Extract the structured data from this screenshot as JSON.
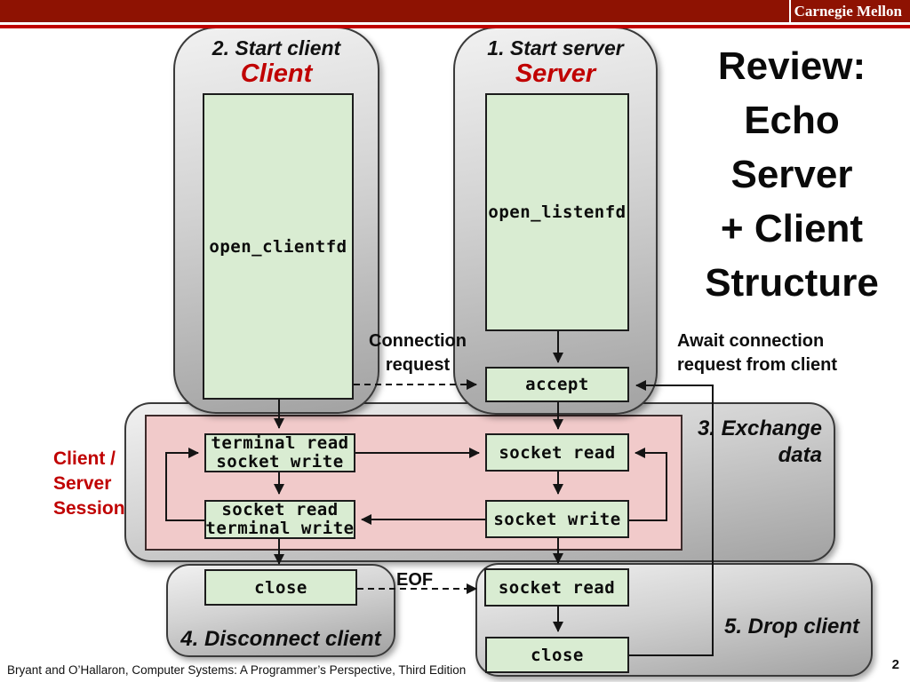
{
  "header": {
    "brand": "Carnegie Mellon"
  },
  "title": {
    "lines": [
      "Review:",
      "Echo",
      "Server",
      "+ Client",
      "Structure"
    ]
  },
  "client_panel": {
    "step": "2. Start client",
    "name": "Client",
    "func": "open_clientfd"
  },
  "server_panel": {
    "step": "1. Start server",
    "name": "Server",
    "func": "open_listenfd",
    "accept": "accept"
  },
  "session": {
    "client_box_top": [
      "terminal read",
      "socket write"
    ],
    "client_box_bottom": [
      "socket read",
      "terminal write"
    ],
    "server_box_top": "socket read",
    "server_box_bottom": "socket write"
  },
  "teardown": {
    "client_close": "close",
    "server_read": "socket read",
    "server_close": "close"
  },
  "annotations": {
    "connection_request": [
      "Connection",
      "request"
    ],
    "await": [
      "Await connection",
      "request from client"
    ],
    "session_label": [
      "Client /",
      "Server",
      "Session"
    ],
    "exchange": [
      "3. Exchange",
      "data"
    ],
    "eof": "EOF",
    "disconnect": "4. Disconnect client",
    "drop": "5. Drop client"
  },
  "footer": {
    "credit": "Bryant and O’Hallaron, Computer Systems: A Programmer’s Perspective, Third Edition",
    "page": "2"
  },
  "colors": {
    "brand_bar": "#8e1202",
    "accent_red": "#c00000",
    "box_green": "#d9ecd2",
    "session_pink": "#f1caca",
    "panel_gray_top": "#f1f1f1",
    "panel_gray_bottom": "#a2a2a2"
  }
}
